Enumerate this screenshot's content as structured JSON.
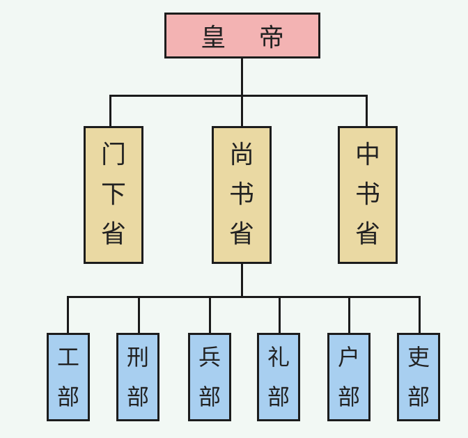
{
  "emperor": {
    "label": "皇 帝"
  },
  "provinces": [
    {
      "chars": [
        "门",
        "下",
        "省"
      ]
    },
    {
      "chars": [
        "尚",
        "书",
        "省"
      ]
    },
    {
      "chars": [
        "中",
        "书",
        "省"
      ]
    }
  ],
  "ministries": [
    {
      "chars": [
        "工",
        "部"
      ]
    },
    {
      "chars": [
        "刑",
        "部"
      ]
    },
    {
      "chars": [
        "兵",
        "部"
      ]
    },
    {
      "chars": [
        "礼",
        "部"
      ]
    },
    {
      "chars": [
        "户",
        "部"
      ]
    },
    {
      "chars": [
        "吏",
        "部"
      ]
    }
  ],
  "colors": {
    "emperor": "#f3b3b3",
    "province": "#ead9a3",
    "ministry": "#a8cff0",
    "background": "#f2f8f4"
  }
}
